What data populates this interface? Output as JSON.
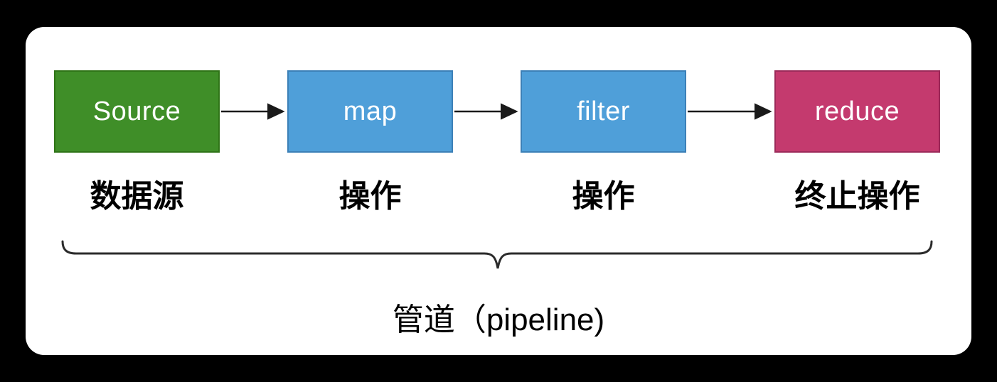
{
  "page": {
    "background_color": "#000000",
    "canvas_color": "#ffffff"
  },
  "diagram": {
    "nodes": [
      {
        "label": "Source",
        "caption": "数据源",
        "fill": "#3f8e28",
        "border": "#2f7417",
        "text_color": "#ffffff"
      },
      {
        "label": "map",
        "caption": "操作",
        "fill": "#4f9fd9",
        "border": "#3c80b7",
        "text_color": "#ffffff"
      },
      {
        "label": "filter",
        "caption": "操作",
        "fill": "#4f9fd9",
        "border": "#3c80b7",
        "text_color": "#ffffff"
      },
      {
        "label": "reduce",
        "caption": "终止操作",
        "fill": "#c43a6e",
        "border": "#9c2b5a",
        "text_color": "#ffffff"
      }
    ],
    "arrow_color": "#1a1a1a",
    "brace_color": "#2b2b2b",
    "caption_color": "#000000",
    "bottom_label": "管道（pipeline)"
  }
}
